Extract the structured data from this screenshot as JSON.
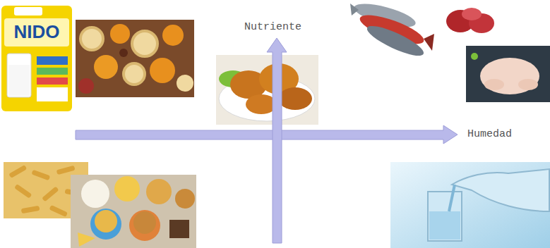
{
  "diagram": {
    "labels": [
      "Nutriente",
      "Humedad",
      "NIDO"
    ]
  }
}
